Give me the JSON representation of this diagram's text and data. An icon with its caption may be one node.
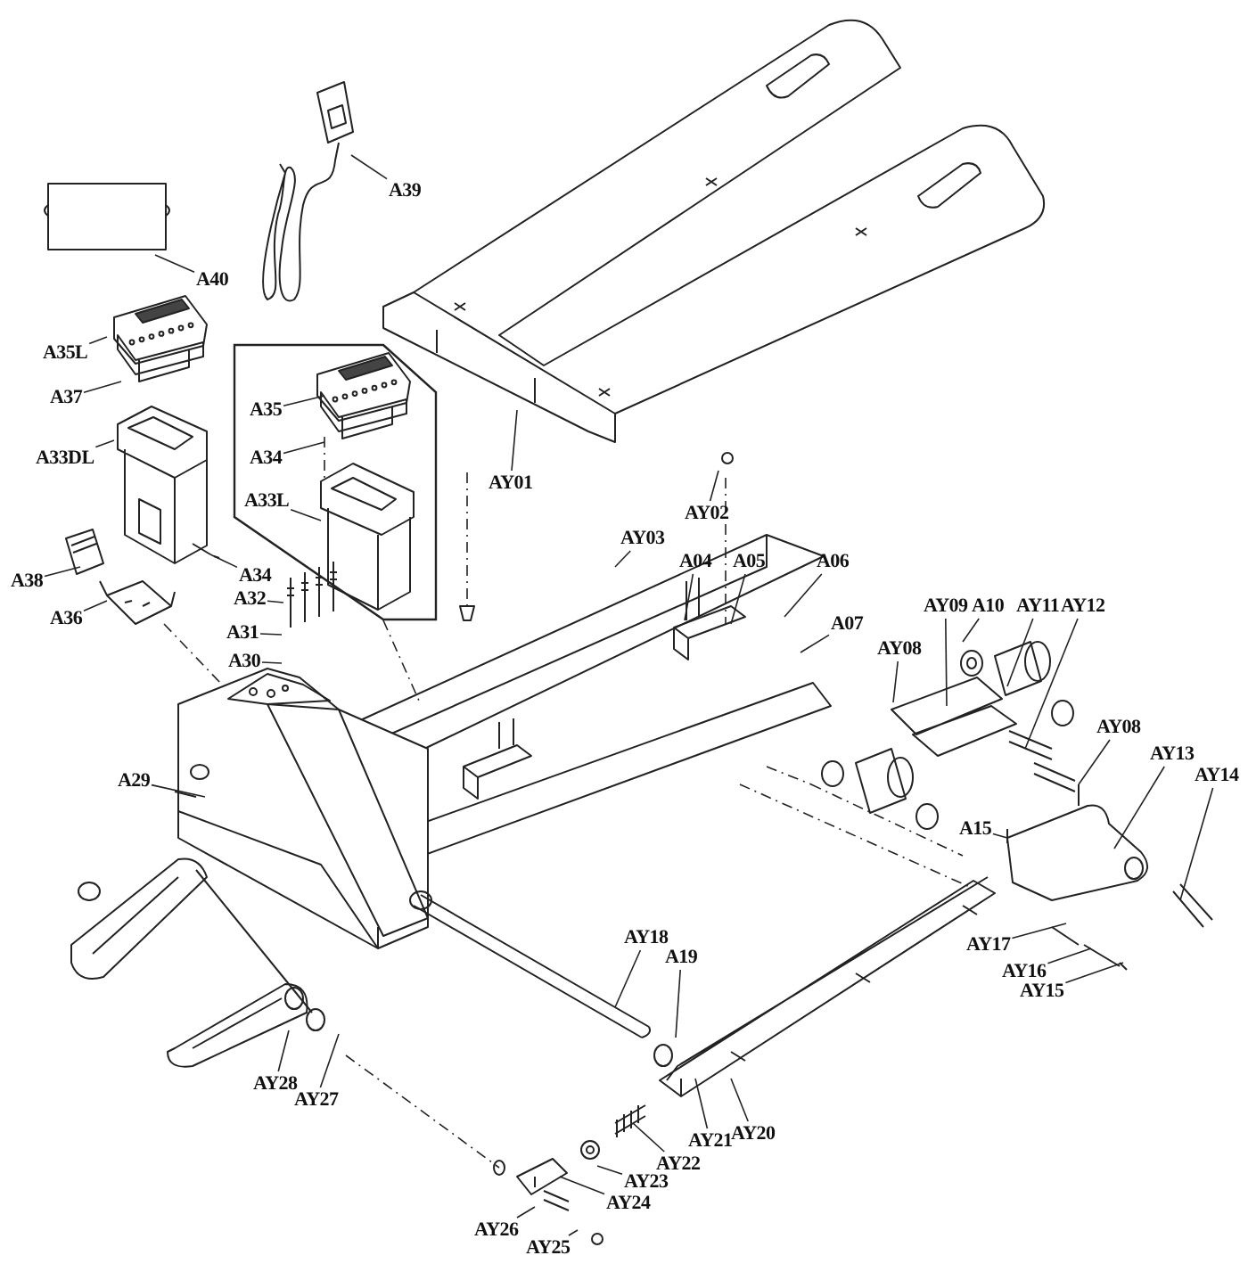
{
  "diagram": {
    "nodes": [
      {
        "text": [
          "A39"
        ]
      },
      {
        "text": [
          "A40"
        ]
      },
      {
        "text": [
          "A35L"
        ]
      },
      {
        "text": [
          "A37"
        ]
      },
      {
        "text": [],
        "shape": "box"
      },
      {
        "text": [
          "A35"
        ],
        "in": 4
      },
      {
        "text": [
          "A34"
        ],
        "in": 4
      },
      {
        "text": [
          "A33L"
        ],
        "in": 4
      },
      {
        "text": [
          "AY01"
        ]
      },
      {
        "text": [
          "A33DL"
        ]
      },
      {
        "text": [
          "A38"
        ]
      },
      {
        "text": [
          "A34"
        ]
      },
      {
        "text": [
          "A36"
        ]
      },
      {
        "text": [
          "A32"
        ]
      },
      {
        "text": [
          "A31"
        ]
      },
      {
        "text": [
          "A30"
        ]
      },
      {
        "text": [
          "AY02"
        ]
      },
      {
        "text": [
          "AY03"
        ]
      },
      {
        "text": [
          "A04"
        ]
      },
      {
        "text": [
          "A05"
        ]
      },
      {
        "text": [
          "A06"
        ]
      },
      {
        "text": [
          "A07"
        ]
      },
      {
        "text": [
          "AY09"
        ]
      },
      {
        "text": [
          "A10"
        ]
      },
      {
        "text": [
          "AY11"
        ]
      },
      {
        "text": [
          "AY12"
        ]
      },
      {
        "text": [
          "AY08"
        ]
      },
      {
        "text": [
          "A29"
        ]
      },
      {
        "text": [
          "AY08"
        ]
      },
      {
        "text": [
          "AY13"
        ]
      },
      {
        "text": [
          "AY14"
        ]
      },
      {
        "text": [
          "A15"
        ]
      },
      {
        "text": [
          "AY17"
        ]
      },
      {
        "text": [
          "AY16"
        ]
      },
      {
        "text": [
          "AY15"
        ]
      },
      {
        "text": [
          "AY18"
        ]
      },
      {
        "text": [
          "A19"
        ]
      },
      {
        "text": [
          "AY28"
        ]
      },
      {
        "text": [
          "AY27"
        ]
      },
      {
        "text": [
          "AY20"
        ]
      },
      {
        "text": [
          "AY21"
        ]
      },
      {
        "text": [
          "AY22"
        ]
      },
      {
        "text": [
          "AY23"
        ]
      },
      {
        "text": [
          "AY24"
        ]
      },
      {
        "text": [
          "AY26"
        ]
      },
      {
        "text": [
          "AY25"
        ]
      }
    ],
    "edges": [
      {
        "from": 0,
        "to": null,
        "arrow": "none"
      },
      {
        "from": 1,
        "to": null,
        "arrow": "none"
      },
      {
        "from": 2,
        "to": null,
        "arrow": "none"
      },
      {
        "from": 3,
        "to": null,
        "arrow": "none"
      },
      {
        "from": 5,
        "to": null,
        "arrow": "none"
      },
      {
        "from": 6,
        "to": null,
        "arrow": "none"
      },
      {
        "from": 7,
        "to": null,
        "arrow": "none"
      },
      {
        "from": 8,
        "to": null,
        "arrow": "none"
      },
      {
        "from": 9,
        "to": null,
        "arrow": "none"
      },
      {
        "from": 10,
        "to": null,
        "arrow": "none"
      },
      {
        "from": 11,
        "to": null,
        "arrow": "none"
      },
      {
        "from": 12,
        "to": null,
        "arrow": "none"
      },
      {
        "from": 13,
        "to": null,
        "arrow": "none"
      },
      {
        "from": 14,
        "to": null,
        "arrow": "none"
      },
      {
        "from": 15,
        "to": null,
        "arrow": "none"
      },
      {
        "from": 16,
        "to": null,
        "arrow": "none"
      },
      {
        "from": 17,
        "to": null,
        "arrow": "none"
      },
      {
        "from": 18,
        "to": null,
        "arrow": "none"
      },
      {
        "from": 19,
        "to": null,
        "arrow": "none"
      },
      {
        "from": 20,
        "to": null,
        "arrow": "none"
      },
      {
        "from": 21,
        "to": null,
        "arrow": "none"
      },
      {
        "from": 22,
        "to": null,
        "arrow": "none"
      },
      {
        "from": 23,
        "to": null,
        "arrow": "none"
      },
      {
        "from": 24,
        "to": null,
        "arrow": "none"
      },
      {
        "from": 25,
        "to": null,
        "arrow": "none"
      },
      {
        "from": 26,
        "to": null,
        "arrow": "none"
      },
      {
        "from": 27,
        "to": null,
        "arrow": "none"
      },
      {
        "from": 28,
        "to": null,
        "arrow": "none"
      },
      {
        "from": 29,
        "to": null,
        "arrow": "none"
      },
      {
        "from": 30,
        "to": null,
        "arrow": "none"
      },
      {
        "from": 31,
        "to": null,
        "arrow": "none"
      },
      {
        "from": 32,
        "to": null,
        "arrow": "none"
      },
      {
        "from": 33,
        "to": null,
        "arrow": "none"
      },
      {
        "from": 34,
        "to": null,
        "arrow": "none"
      },
      {
        "from": 35,
        "to": null,
        "arrow": "none"
      },
      {
        "from": 36,
        "to": null,
        "arrow": "none"
      },
      {
        "from": 37,
        "to": null,
        "arrow": "none"
      },
      {
        "from": 38,
        "to": null,
        "arrow": "none"
      },
      {
        "from": 39,
        "to": null,
        "arrow": "none"
      },
      {
        "from": 40,
        "to": null,
        "arrow": "none"
      },
      {
        "from": 41,
        "to": null,
        "arrow": "none"
      },
      {
        "from": 42,
        "to": null,
        "arrow": "none"
      },
      {
        "from": 43,
        "to": null,
        "arrow": "none"
      },
      {
        "from": 44,
        "to": null,
        "arrow": "none"
      },
      {
        "from": 45,
        "to": null,
        "arrow": "none"
      }
    ]
  }
}
